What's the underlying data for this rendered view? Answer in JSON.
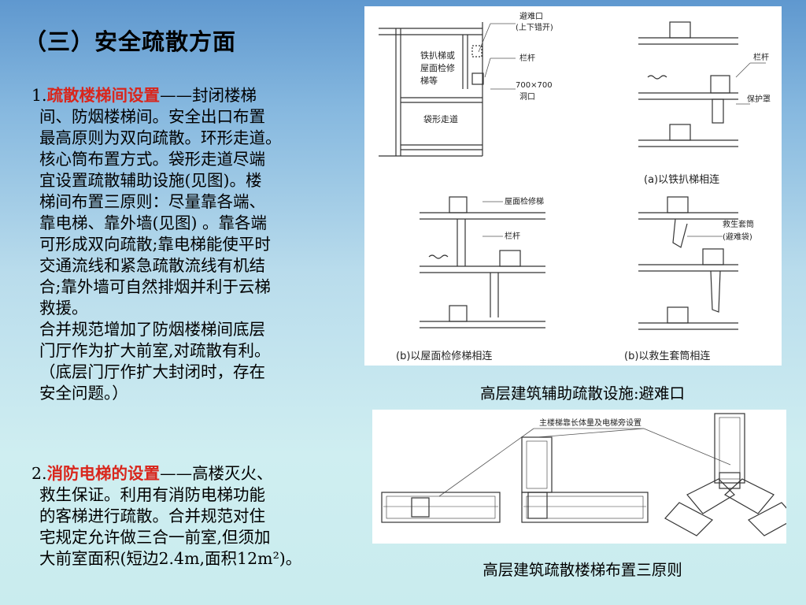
{
  "title": "（三）安全疏散方面",
  "section1": {
    "number": "1.",
    "heading": "疏散楼梯间设置",
    "lines": [
      "——封闭楼梯",
      "间、防烟楼梯间。安全出口布置",
      "最高原则为双向疏散。环形走道。",
      "核心筒布置方式。袋形走道尽端",
      "宜设置疏散辅助设施(见图)。楼",
      "梯间布置三原则：尽量靠各端、",
      "靠电梯、靠外墙(见图) 。靠各端",
      "可形成双向疏散;靠电梯能使平时",
      "交通流线和紧急疏散流线有机结",
      "合;靠外墙可自然排烟并利于云梯",
      "救援。"
    ],
    "note": [
      "合并规范增加了防烟楼梯间底层",
      "门厅作为扩大前室,对疏散有利。",
      "（底层门厅作扩大封闭时，存在",
      "安全问题。）"
    ]
  },
  "section2": {
    "number": "2.",
    "heading": "消防电梯的设置",
    "lines": [
      "——高楼灭火、",
      "救生保证。利用有消防电梯功能",
      "的客梯进行疏散。合并规范对住",
      "宅规定允许做三合一前室,但须加",
      "大前室面积(短边2.4m,面积12m²)。"
    ]
  },
  "figure1": {
    "caption": "高层建筑辅助疏散设施:避难口",
    "labels": {
      "refuge_opening": "避难口",
      "staggered": "(上下错开)",
      "ladder_line1": "铁扒梯或",
      "ladder_line2": "屋面检修",
      "ladder_line3": "梯等",
      "railing": "栏杆",
      "opening_size": "700×700",
      "opening": "洞口",
      "dead_end": "袋形走道",
      "railing2": "栏杆",
      "guard": "保护罩",
      "sub_a": "(a)以铁扒梯相连",
      "roof_ladder": "屋面检修梯",
      "railing3": "栏杆",
      "escape_tube": "救生套筒",
      "escape_bag": "(避难袋)",
      "sub_b": "(b)以屋面检修梯相连",
      "sub_c": "(b)以救生套筒相连"
    }
  },
  "figure2": {
    "caption": "高层建筑疏散楼梯布置三原则",
    "label": "主楼梯靠长体量及电梯旁设置"
  }
}
